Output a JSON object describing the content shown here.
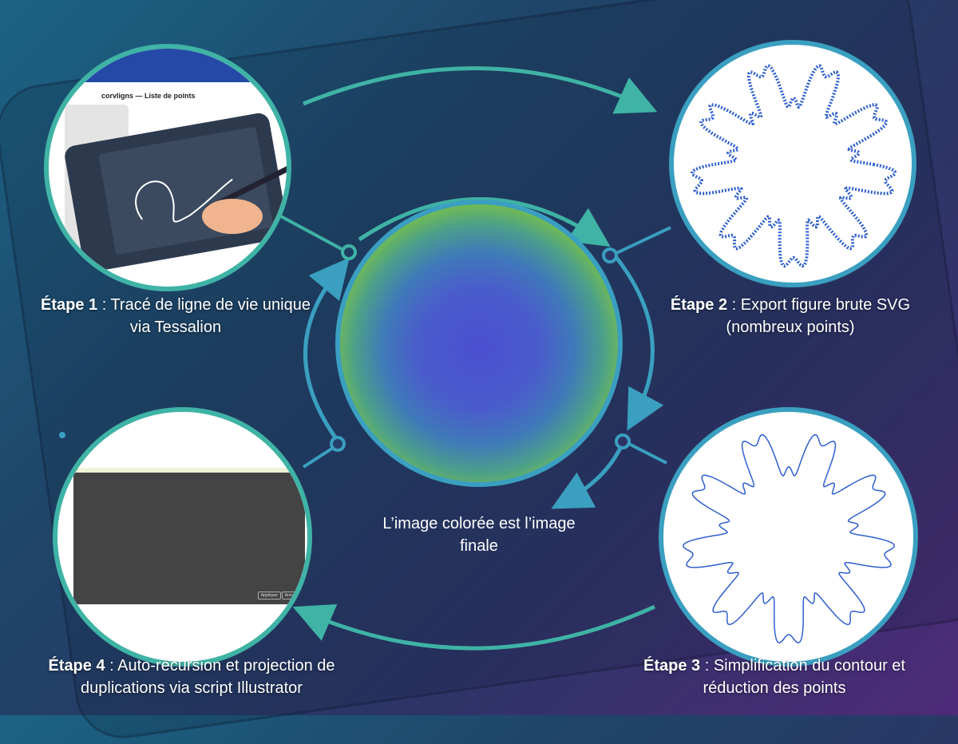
{
  "steps": [
    {
      "label": "Étape 1",
      "text": " : Tracé de ligne de vie unique via Tessalion"
    },
    {
      "label": "Étape 2",
      "text": " : Export figure brute SVG (nombreux points)"
    },
    {
      "label": "Étape 3",
      "text": " : Simplification du contour et réduction des points"
    },
    {
      "label": "Étape 4",
      "text": " : Auto-récursion et projection de duplications via script Illustrator"
    }
  ],
  "center_caption": "L’image colorée est l’image finale",
  "step1_screen_title": "corvligns — Liste de points",
  "step4_dialog": {
    "apply_label": "Appliquer",
    "cancel_label": "Annuler"
  },
  "colors": {
    "teal": "#3fb3a5",
    "blue": "#3a9fc0",
    "contour": "#2f5fd0"
  }
}
